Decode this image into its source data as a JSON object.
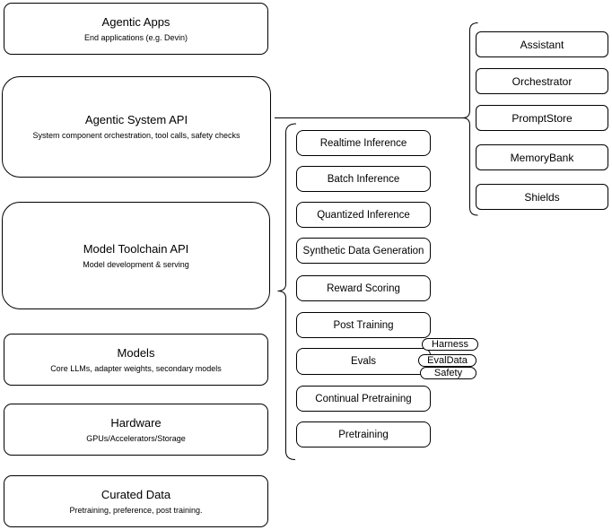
{
  "diagram": {
    "colors": {
      "background": "#ffffff",
      "border": "#000000",
      "text": "#000000"
    },
    "left_column": [
      {
        "title": "Agentic Apps",
        "subtitle": "End applications (e.g. Devin)"
      },
      {
        "title": "Agentic System API",
        "subtitle": "System component orchestration, tool calls, safety checks"
      },
      {
        "title": "Model Toolchain API",
        "subtitle": "Model development & serving"
      },
      {
        "title": "Models",
        "subtitle": "Core LLMs, adapter weights, secondary models"
      },
      {
        "title": "Hardware",
        "subtitle": "GPUs/Accelerators/Storage"
      },
      {
        "title": "Curated Data",
        "subtitle": "Pretraining, preference, post training."
      }
    ],
    "toolchain_items": [
      "Realtime Inference",
      "Batch Inference",
      "Quantized Inference",
      "Synthetic Data Generation",
      "Reward Scoring",
      "Post Training",
      "Evals",
      "Continual Pretraining",
      "Pretraining"
    ],
    "eval_tags": [
      "Harness",
      "EvalData",
      "Safety"
    ],
    "system_components": [
      "Assistant",
      "Orchestrator",
      "PromptStore",
      "MemoryBank",
      "Shields"
    ]
  }
}
